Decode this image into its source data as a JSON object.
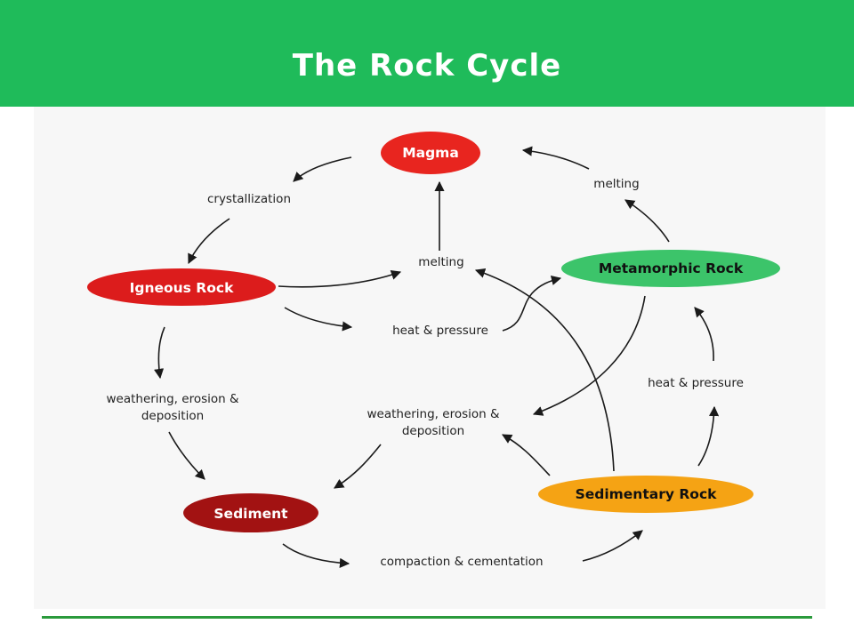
{
  "header": {
    "title": "The Rock Cycle"
  },
  "colors": {
    "header_bg": "#1fbb5a",
    "footer_rule": "#2a9a3c"
  },
  "nodes": {
    "magma": {
      "label": "Magma",
      "color": "#e8251f",
      "text_color": "#ffffff"
    },
    "igneous": {
      "label": "Igneous Rock",
      "color": "#dc1c1c",
      "text_color": "#ffffff"
    },
    "metamorphic": {
      "label": "Metamorphic Rock",
      "color": "#3cc46a",
      "text_color": "#111111"
    },
    "sedimentary": {
      "label": "Sedimentary Rock",
      "color": "#f5a314",
      "text_color": "#111111"
    },
    "sediment": {
      "label": "Sediment",
      "color": "#a21212",
      "text_color": "#ffffff"
    }
  },
  "processes": {
    "crystallization": "crystallization",
    "melting_top_right": "melting",
    "melting_center": "melting",
    "heat_pressure_center": "heat & pressure",
    "heat_pressure_right": "heat & pressure",
    "weathering_left_1": "weathering, erosion &",
    "weathering_left_2": "deposition",
    "weathering_center_1": "weathering, erosion &",
    "weathering_center_2": "deposition",
    "compaction": "compaction & cementation"
  }
}
